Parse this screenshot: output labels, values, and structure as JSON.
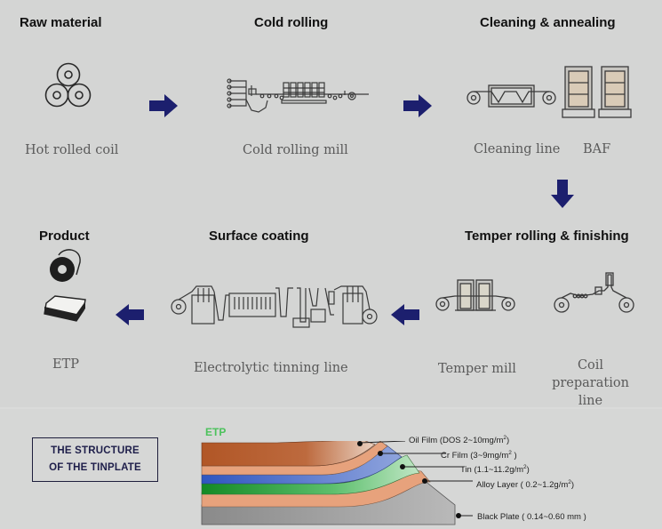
{
  "process": {
    "stages": [
      {
        "title": "Raw material",
        "items": [
          {
            "label": "Hot rolled coil",
            "icon": "coil-stack-icon"
          }
        ]
      },
      {
        "title": "Cold rolling",
        "items": [
          {
            "label": "Cold rolling mill",
            "icon": "cold-rolling-mill-icon"
          }
        ]
      },
      {
        "title": "Cleaning & annealing",
        "items": [
          {
            "label": "Cleaning line",
            "icon": "cleaning-line-icon"
          },
          {
            "label": "BAF",
            "icon": "batch-annealing-furnace-icon"
          }
        ]
      },
      {
        "title": "Temper rolling & finishing",
        "items": [
          {
            "label": "Temper mill",
            "icon": "temper-mill-icon"
          },
          {
            "label": "Coil preparation line",
            "icon": "coil-preparation-line-icon"
          }
        ]
      },
      {
        "title": "Surface coating",
        "items": [
          {
            "label": "Electrolytic tinning line",
            "icon": "electrolytic-tinning-line-icon"
          }
        ]
      },
      {
        "title": "Product",
        "items": [
          {
            "label": "ETP",
            "icon": "product-coil-and-sheet-icon"
          }
        ]
      }
    ],
    "coil_prep_line1": "Coil preparation",
    "coil_prep_line2": "line",
    "arrow_color": "#1c1f6e"
  },
  "structure": {
    "box_line1": "THE STRUCTURE",
    "box_line2": "OF THE TINPLATE",
    "etp_label": "ETP",
    "layers": [
      {
        "name": "Oil Film",
        "spec": "(DOS 2~10mg/m",
        "spec_end": ")",
        "color": "#b35a2e"
      },
      {
        "name": "Cr Film",
        "spec": "(3~9mg/m",
        "spec_end": " )",
        "color": "#3d63c4"
      },
      {
        "name": "Tin",
        "spec": "(1.1~11.2g/m",
        "spec_end": ")",
        "color": "#2c9a3a"
      },
      {
        "name": "Alloy Layer",
        "spec": "( 0.2~1.2g/m",
        "spec_end": ")",
        "color": "#e7a27c"
      },
      {
        "name": "Black Plate",
        "spec": "( 0.14~0.60 mm )",
        "spec_end": "",
        "color": "#8a8a8a"
      }
    ],
    "superscript": "2"
  }
}
